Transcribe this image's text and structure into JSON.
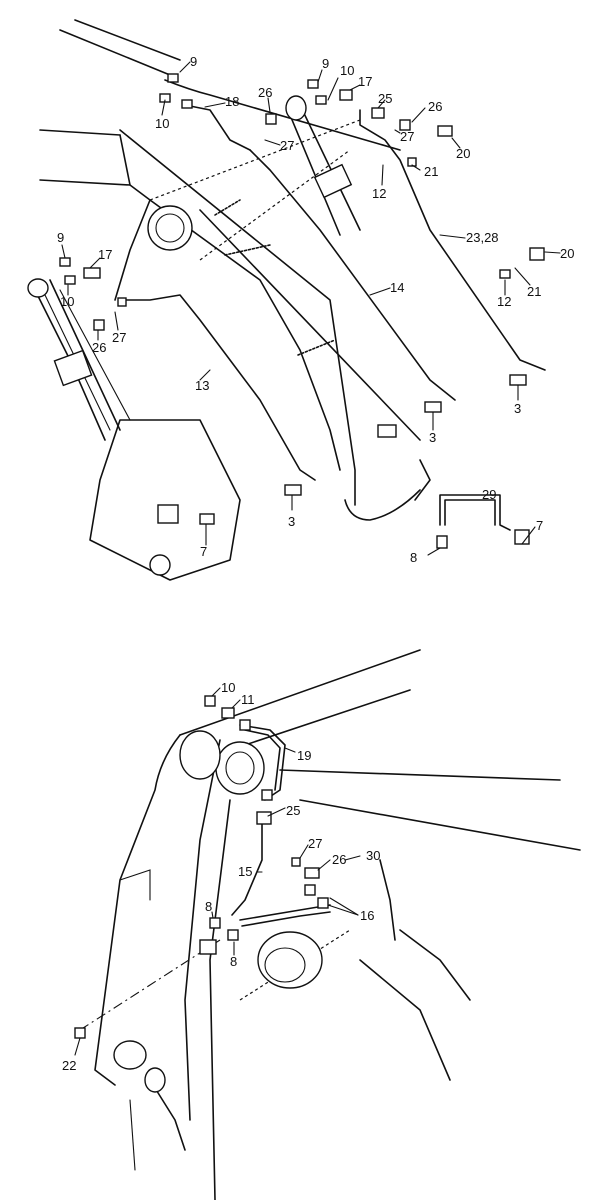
{
  "callouts": {
    "top": [
      {
        "id": "t9a",
        "text": "9"
      },
      {
        "id": "t10a",
        "text": "10"
      },
      {
        "id": "t18",
        "text": "18"
      },
      {
        "id": "t26a",
        "text": "26"
      },
      {
        "id": "t27a",
        "text": "27"
      },
      {
        "id": "t9b",
        "text": "9"
      },
      {
        "id": "t10b",
        "text": "10"
      },
      {
        "id": "t17a",
        "text": "17"
      },
      {
        "id": "t25a",
        "text": "25"
      },
      {
        "id": "t26b",
        "text": "26"
      },
      {
        "id": "t27b",
        "text": "27"
      },
      {
        "id": "t20a",
        "text": "20"
      },
      {
        "id": "t21a",
        "text": "21"
      },
      {
        "id": "t12a",
        "text": "12"
      },
      {
        "id": "t2328",
        "text": "23,28"
      },
      {
        "id": "t20b",
        "text": "20"
      },
      {
        "id": "t9c",
        "text": "9"
      },
      {
        "id": "t17b",
        "text": "17"
      },
      {
        "id": "t10c",
        "text": "10"
      },
      {
        "id": "t26c",
        "text": "26"
      },
      {
        "id": "t27c",
        "text": "27"
      },
      {
        "id": "t14",
        "text": "14"
      },
      {
        "id": "t12b",
        "text": "12"
      },
      {
        "id": "t21b",
        "text": "21"
      },
      {
        "id": "t13",
        "text": "13"
      },
      {
        "id": "t3a",
        "text": "3"
      },
      {
        "id": "t3b",
        "text": "3"
      },
      {
        "id": "t3c",
        "text": "3"
      },
      {
        "id": "t29",
        "text": "29"
      },
      {
        "id": "t7a",
        "text": "7"
      },
      {
        "id": "t8a",
        "text": "8"
      },
      {
        "id": "t7b",
        "text": "7"
      }
    ],
    "bottom": [
      {
        "id": "b10",
        "text": "10"
      },
      {
        "id": "b11",
        "text": "11"
      },
      {
        "id": "b19",
        "text": "19"
      },
      {
        "id": "b25",
        "text": "25"
      },
      {
        "id": "b27",
        "text": "27"
      },
      {
        "id": "b26",
        "text": "26"
      },
      {
        "id": "b30",
        "text": "30"
      },
      {
        "id": "b15",
        "text": "15"
      },
      {
        "id": "b16",
        "text": "16"
      },
      {
        "id": "b8a",
        "text": "8"
      },
      {
        "id": "b8b",
        "text": "8"
      },
      {
        "id": "b22",
        "text": "22"
      }
    ]
  }
}
